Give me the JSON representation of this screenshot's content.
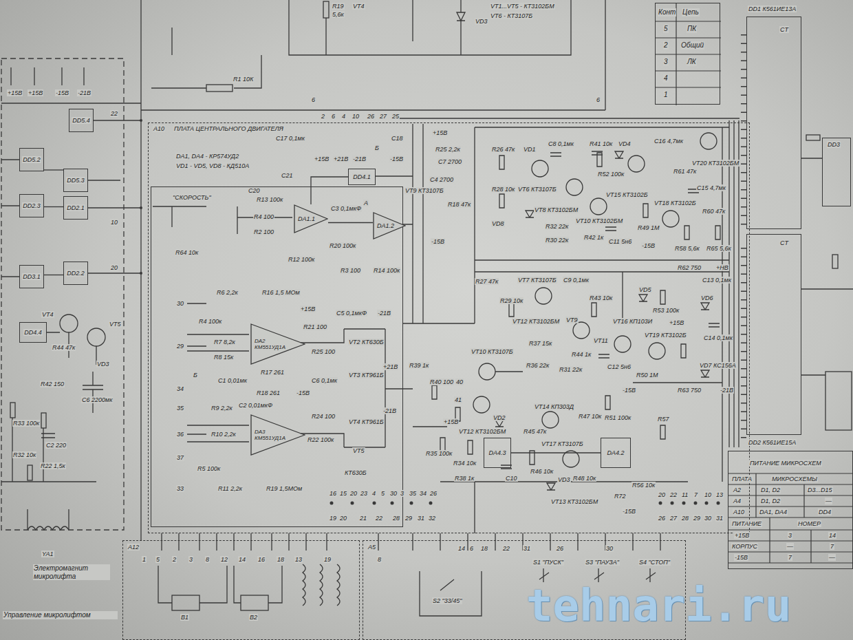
{
  "diagram": {
    "nodes": [
      {
        "text": [
          "A10",
          "ПЛАТА ЦЕНТРАЛЬНОГО ДВИГАТЕЛЯ"
        ]
      },
      {
        "text": [
          "\"СКОРОСТЬ\""
        ],
        "in": 0
      },
      {
        "text": [
          "DA1.1"
        ],
        "in": 1
      },
      {
        "text": [
          "DA1.2"
        ],
        "in": 1
      },
      {
        "text": [
          "DA2",
          "КМ551УД1А"
        ],
        "in": 1
      },
      {
        "text": [
          "DA3",
          "КМ551УД1А"
        ],
        "in": 1
      },
      {
        "text": [
          "DD4.1"
        ],
        "in": 0
      },
      {
        "text": [
          "DA4.2"
        ],
        "in": 0
      },
      {
        "text": [
          "DA4.3"
        ],
        "in": 0
      },
      {
        "text": [
          "Конт",
          "Цепь",
          "5",
          "ПК",
          "2",
          "Общий",
          "3",
          "ЛК",
          "4",
          "1"
        ]
      },
      {
        "text": [
          "DD1 К561ИЕ13А",
          "CT"
        ]
      },
      {
        "text": [
          "CT",
          "DD2 К561ИЕ15А"
        ]
      },
      {
        "text": [
          "DD3"
        ]
      },
      {
        "text": [
          "ПИТАНИЕ МИКРОСХЕМ",
          "ПЛАТА",
          "МИКРОСХЕМЫ",
          "A2",
          "D1, D2",
          "D3...D15",
          "A4",
          "D1, D2",
          "—",
          "A10",
          "DA1, DA4",
          "DD4",
          "ПИТАНИЕ",
          "НОМЕР",
          "+15В",
          "3",
          "14",
          "КОРПУС",
          "—",
          "7",
          "-15В",
          "7",
          "—"
        ]
      },
      {
        "text": [
          "A12"
        ]
      },
      {
        "text": [
          "A5"
        ]
      },
      {
        "text": [
          "DD5.4"
        ]
      },
      {
        "text": [
          "DD5.2"
        ]
      },
      {
        "text": [
          "DD5.3"
        ]
      },
      {
        "text": [
          "DD2.3"
        ]
      },
      {
        "text": [
          "DD2.1"
        ]
      },
      {
        "text": [
          "DD3.1"
        ]
      },
      {
        "text": [
          "DD2.2"
        ]
      },
      {
        "text": [
          "DD4.4"
        ]
      }
    ],
    "edges": [
      {
        "from": 2,
        "to": 3,
        "arrow": "none"
      },
      {
        "from": 8,
        "to": 7,
        "arrow": "none"
      },
      {
        "from": 17,
        "to": 18,
        "arrow": "none"
      },
      {
        "from": 19,
        "to": 20,
        "arrow": "none"
      },
      {
        "from": 21,
        "to": 22,
        "arrow": "none"
      },
      {
        "from": 6,
        "to": 2,
        "arrow": "none"
      }
    ],
    "labels": [
      "R19",
      "5,6к",
      "VT4",
      "VD3",
      "VT1...VT5 - КТ3102БМ",
      "VT6 - КТ3107Б",
      "R1 10К",
      "6",
      "6",
      "+15В",
      "+15В",
      "-15В",
      "-21В",
      "22",
      "10",
      "20",
      "VT4",
      "VT5",
      "R44 47к",
      "VD3",
      "R42 150",
      "C6 2200мк",
      "R33 100к",
      "C2 220",
      "R32 10к",
      "R22 1,5к",
      "YA1",
      "Электромагнит микролифта",
      "Управление микролифтом",
      "DA1, DA4 - КР574УД2",
      "VD1 - VD5, VD8 - КД510А",
      "2",
      "6",
      "4",
      "10",
      "26",
      "27",
      "25",
      "C17 0,1мк",
      "+15В",
      "+21В",
      "-21В",
      "-15В",
      "Б",
      "C18",
      "C20",
      "C21",
      "R13 100к",
      "R4 100",
      "R2 100",
      "А",
      "C3 0,1мкФ",
      "R12 100к",
      "R20 100к",
      "R3 100",
      "R14 100к",
      "R25 2,2к",
      "C7 2700",
      "C4 2700",
      "VT9 КТ3107Б",
      "R18 47к",
      "+15В",
      "-15В",
      "R26 47к",
      "VD1",
      "C8 0,1мк",
      "R41 10к",
      "VD4",
      "C16 4,7мк",
      "VT20 КТ3102БМ",
      "R28 10к",
      "VT6 КТ3107Б",
      "R52 100к",
      "VT15 КТ3102Б",
      "VT8 КТ3102БМ",
      "VT18 КТ3102Б",
      "R61 47к",
      "C15 4,7мк",
      "R60 47к",
      "VD8",
      "R32 22к",
      "VT10 КТ3102БМ",
      "R30 22к",
      "R42 1к",
      "C11 5н6",
      "R49 1М",
      "-15В",
      "R58 5,6к",
      "R65 5,6к",
      "R62 750",
      "+НВ",
      "C13 0,1мк",
      "VD5",
      "VD6",
      "R27 47к",
      "VT7 КТ3107Б",
      "C9 0,1мк",
      "R43 10к",
      "R29 10к",
      "VT12 КТ3102БМ",
      "VT9",
      "VT11",
      "R37 15к",
      "R44 1к",
      "R36 22к",
      "R31 22к",
      "VT16 КП103И",
      "R53 100к",
      "+15В",
      "VT19 КТ3102Б",
      "C14 0,1мк",
      "C12 5н6",
      "R50 1М",
      "VD7 КС156А",
      "-15В",
      "R63 750",
      "-21В",
      "R39 1к",
      "VT10 КТ3107Б",
      "R40 100",
      "40",
      "41",
      "+15В",
      "VD2",
      "VT12 КТ3102БМ",
      "VT14 КП303Д",
      "R45 47к",
      "R47 10к",
      "R51 100к",
      "R57",
      "R35 100к",
      "R34 10к",
      "R38 1к",
      "C10",
      "VT17 КТ3107Б",
      "R46 10к",
      "VD3",
      "R48 10к",
      "VT13 КТ3102БМ",
      "R72",
      "R56 10к",
      "-15В",
      "R64 10к",
      "R6 2,2к",
      "R16 1,5 МОм",
      "+15В",
      "C5 0,1мкФ",
      "-21В",
      "R4 100к",
      "R21 100",
      "R25 100",
      "VT2 КТ630Б",
      "R7 8,2к",
      "R8 15к",
      "C1 0,01мк",
      "R17 261",
      "VT3 КТ961Б",
      "C6 0,1мк",
      "+21В",
      "Б",
      "R18 261",
      "-15В",
      "R9 2,2к",
      "C2 0,01мкФ",
      "R24 100",
      "VT4 КТ961Б",
      "-21В",
      "R10 2,2к",
      "R22 100к",
      "VT5",
      "R5 100к",
      "КТ630Б",
      "R11 2,2к",
      "R19 1,5МОм",
      "30",
      "29",
      "34",
      "35",
      "36",
      "37",
      "33",
      "16",
      "15",
      "20",
      "23",
      "4",
      "5",
      "30",
      "3",
      "35",
      "34",
      "26",
      "19",
      "20",
      "21",
      "22",
      "28",
      "29",
      "31",
      "32",
      "20",
      "22",
      "11",
      "7",
      "10",
      "13",
      "26",
      "27",
      "28",
      "29",
      "30",
      "31",
      "1",
      "5",
      "2",
      "3",
      "8",
      "12",
      "14",
      "16",
      "18",
      "13",
      "19",
      "B1",
      "B2",
      "8",
      "14",
      "6",
      "18",
      "22",
      "31",
      "26",
      "30",
      "S2 \"33/45\"",
      "S1 \"ПУСК\"",
      "S3 \"ПАУЗА\"",
      "S4 \"СТОП\"",
      "tehnari.ru"
    ]
  }
}
